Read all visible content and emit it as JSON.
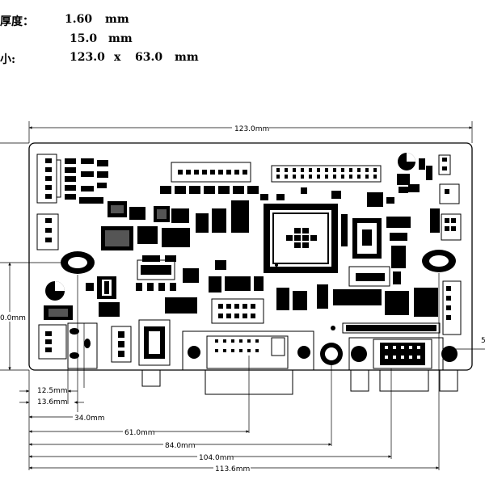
{
  "specs": {
    "thickness_label": "厚度：",
    "thickness_value": "1.60",
    "thickness_unit": "mm",
    "height_value": "15.0",
    "height_unit": "mm",
    "size_label": "小:",
    "size_length": "123.0",
    "size_x": "x",
    "size_width": "63.0",
    "size_unit": "mm"
  },
  "dimensions": {
    "board_width": "123.0mm",
    "board_height_partial": "0.0mm",
    "right_edge_partial": "5",
    "d_12_5": "12.5mm",
    "d_13_6": "13.6mm",
    "d_34": "34.0mm",
    "d_61": "61.0mm",
    "d_84": "84.0mm",
    "d_104": "104.0mm",
    "d_113_6": "113.6mm"
  }
}
